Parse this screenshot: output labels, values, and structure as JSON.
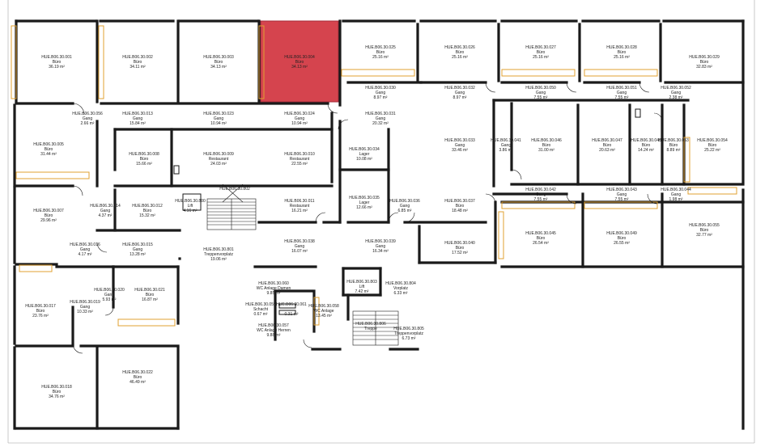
{
  "rooms": [
    {
      "id": "HUE.B06.30.001",
      "type": "Büro",
      "area": "36.19 m²"
    },
    {
      "id": "HUE.B06.30.002",
      "type": "Büro",
      "area": "34.11 m²"
    },
    {
      "id": "HUE.B06.30.003",
      "type": "Büro",
      "area": "34.13 m²"
    },
    {
      "id": "HUE.B06.30.004",
      "type": "Büro",
      "area": "34.13 m²",
      "highlighted": true
    },
    {
      "id": "HUE.B06.30.025",
      "type": "Büro",
      "area": "25.16 m²"
    },
    {
      "id": "HUE.B06.30.026",
      "type": "Büro",
      "area": "25.16 m²"
    },
    {
      "id": "HUE.B06.30.027",
      "type": "Büro",
      "area": "25.16 m²"
    },
    {
      "id": "HUE.B06.30.028",
      "type": "Büro",
      "area": "25.16 m²"
    },
    {
      "id": "HUE.B06.30.029",
      "type": "Büro",
      "area": "32.83 m²"
    },
    {
      "id": "HUE.B06.30.030",
      "type": "Gang",
      "area": "8.97 m²"
    },
    {
      "id": "HUE.B06.30.032",
      "type": "Gang",
      "area": "8.97 m²"
    },
    {
      "id": "HUE.B06.30.050",
      "type": "Gang",
      "area": "7.55 m²"
    },
    {
      "id": "HUE.B06.30.051",
      "type": "Gang",
      "area": "7.55 m²"
    },
    {
      "id": "HUE.B06.30.052",
      "type": "Gang",
      "area": "2.38 m²"
    },
    {
      "id": "HUE.B06.30.056",
      "type": "Gang",
      "area": "2.66 m²"
    },
    {
      "id": "HUE.B06.30.013",
      "type": "Gang",
      "area": "15.84 m²"
    },
    {
      "id": "HUE.B06.30.023",
      "type": "Gang",
      "area": "10.94 m²"
    },
    {
      "id": "HUE.B06.30.024",
      "type": "Gang",
      "area": "10.94 m²"
    },
    {
      "id": "HUE.B06.30.031",
      "type": "Gang",
      "area": "20.32 m²"
    },
    {
      "id": "HUE.B06.30.005",
      "type": "Büro",
      "area": "31.44 m²"
    },
    {
      "id": "HUE.B06.30.008",
      "type": "Büro",
      "area": "15.66 m²"
    },
    {
      "id": "HUE.B06.30.009",
      "type": "Restaurant",
      "area": "24.03 m²"
    },
    {
      "id": "HUE.B06.30.010",
      "type": "Restaurant",
      "area": "22.55 m²"
    },
    {
      "id": "HUE.B06.30.034",
      "type": "Lager",
      "area": "10.08 m²"
    },
    {
      "id": "HUE.B06.30.033",
      "type": "Gang",
      "area": "33.46 m²"
    },
    {
      "id": "HUE.B06.30.041",
      "type": "Gang",
      "area": "3.86 m²"
    },
    {
      "id": "HUE.B06.30.046",
      "type": "Büro",
      "area": "31.00 m²"
    },
    {
      "id": "HUE.B06.30.047",
      "type": "Büro",
      "area": "20.63 m²"
    },
    {
      "id": "HUE.B06.30.048",
      "type": "Büro",
      "area": "14.24 m²"
    },
    {
      "id": "HUE.B06.30.053",
      "type": "Büro",
      "area": "8.89 m²"
    },
    {
      "id": "HUE.B06.30.054",
      "type": "Büro",
      "area": "25.22 m²"
    },
    {
      "id": "HUE.B06.30.007",
      "type": "Büro",
      "area": "29.96 m²"
    },
    {
      "id": "HUE.B06.30.014",
      "type": "Gang",
      "area": "4.37 m²"
    },
    {
      "id": "HUE.B06.30.012",
      "type": "Büro",
      "area": "15.32 m²"
    },
    {
      "id": "HUE.B06.30.800",
      "type": "Lift",
      "area": "4.16 m²"
    },
    {
      "id": "HUE.B06.30.802",
      "type": "",
      "area": ""
    },
    {
      "id": "HUE.B06.30.011",
      "type": "Restaurant",
      "area": "16.21 m²"
    },
    {
      "id": "HUE.B06.30.035",
      "type": "Lager",
      "area": "12.66 m²"
    },
    {
      "id": "HUE.B06.30.036",
      "type": "Gang",
      "area": "6.85 m²"
    },
    {
      "id": "HUE.B06.30.037",
      "type": "Büro",
      "area": "18.48 m²"
    },
    {
      "id": "HUE.B06.30.042",
      "type": "Gang",
      "area": "7.55 m²"
    },
    {
      "id": "HUE.B06.30.043",
      "type": "Gang",
      "area": "7.55 m²"
    },
    {
      "id": "HUE.B06.30.044",
      "type": "Gang",
      "area": "1.98 m²"
    },
    {
      "id": "HUE.B06.30.016",
      "type": "Gang",
      "area": "4.17 m²"
    },
    {
      "id": "HUE.B06.30.015",
      "type": "Gang",
      "area": "13.28 m²"
    },
    {
      "id": "HUE.B06.30.801",
      "type": "Treppenvorplatz",
      "area": "19.06 m²"
    },
    {
      "id": "HUE.B06.30.038",
      "type": "Gang",
      "area": "16.07 m²"
    },
    {
      "id": "HUE.B06.30.039",
      "type": "Gang",
      "area": "16.34 m²"
    },
    {
      "id": "HUE.B06.30.040",
      "type": "Büro",
      "area": "17.52 m²"
    },
    {
      "id": "HUE.B06.30.045",
      "type": "Büro",
      "area": "26.54 m²"
    },
    {
      "id": "HUE.B06.30.049",
      "type": "Büro",
      "area": "26.55 m²"
    },
    {
      "id": "HUE.B06.30.055",
      "type": "Büro",
      "area": "32.77 m²"
    },
    {
      "id": "HUE.B06.30.017",
      "type": "Büro",
      "area": "23.76 m²"
    },
    {
      "id": "HUE.B06.30.019",
      "type": "Gang",
      "area": "10.33 m²"
    },
    {
      "id": "HUE.B06.30.020",
      "type": "Gang",
      "area": "5.93 m²"
    },
    {
      "id": "HUE.B06.30.021",
      "type": "Büro",
      "area": "16.87 m²"
    },
    {
      "id": "HUE.B06.30.060",
      "type": "WC Anlage Damen",
      "area": "9.85 m²"
    },
    {
      "id": "HUE.B06.30.059",
      "type": "Schacht",
      "area": "0.67 m²"
    },
    {
      "id": "HUE.B06.30.061",
      "type": "",
      "area": "0.31 m²"
    },
    {
      "id": "HUE.B06.30.058",
      "type": "WC Anlage",
      "area": "13.45 m²"
    },
    {
      "id": "HUE.B06.30.057",
      "type": "WC Anlage Herren",
      "area": "9.88 m²"
    },
    {
      "id": "HUE.B06.30.803",
      "type": "Lift",
      "area": "7.42 m²"
    },
    {
      "id": "HUE.B06.30.804",
      "type": "Vorplatz",
      "area": "6.33 m²"
    },
    {
      "id": "HUE.B06.30.806",
      "type": "Treppe",
      "area": ""
    },
    {
      "id": "HUE.B06.30.805",
      "type": "Treppenvorplatz",
      "area": "6.73 m²"
    },
    {
      "id": "HUE.B06.30.018",
      "type": "Büro",
      "area": "34.76 m²"
    },
    {
      "id": "HUE.B06.30.022",
      "type": "Büro",
      "area": "46.49 m²"
    }
  ],
  "colors": {
    "highlight": "#d33a45",
    "wall": "#1a1a1a",
    "window": "#e0a030"
  }
}
